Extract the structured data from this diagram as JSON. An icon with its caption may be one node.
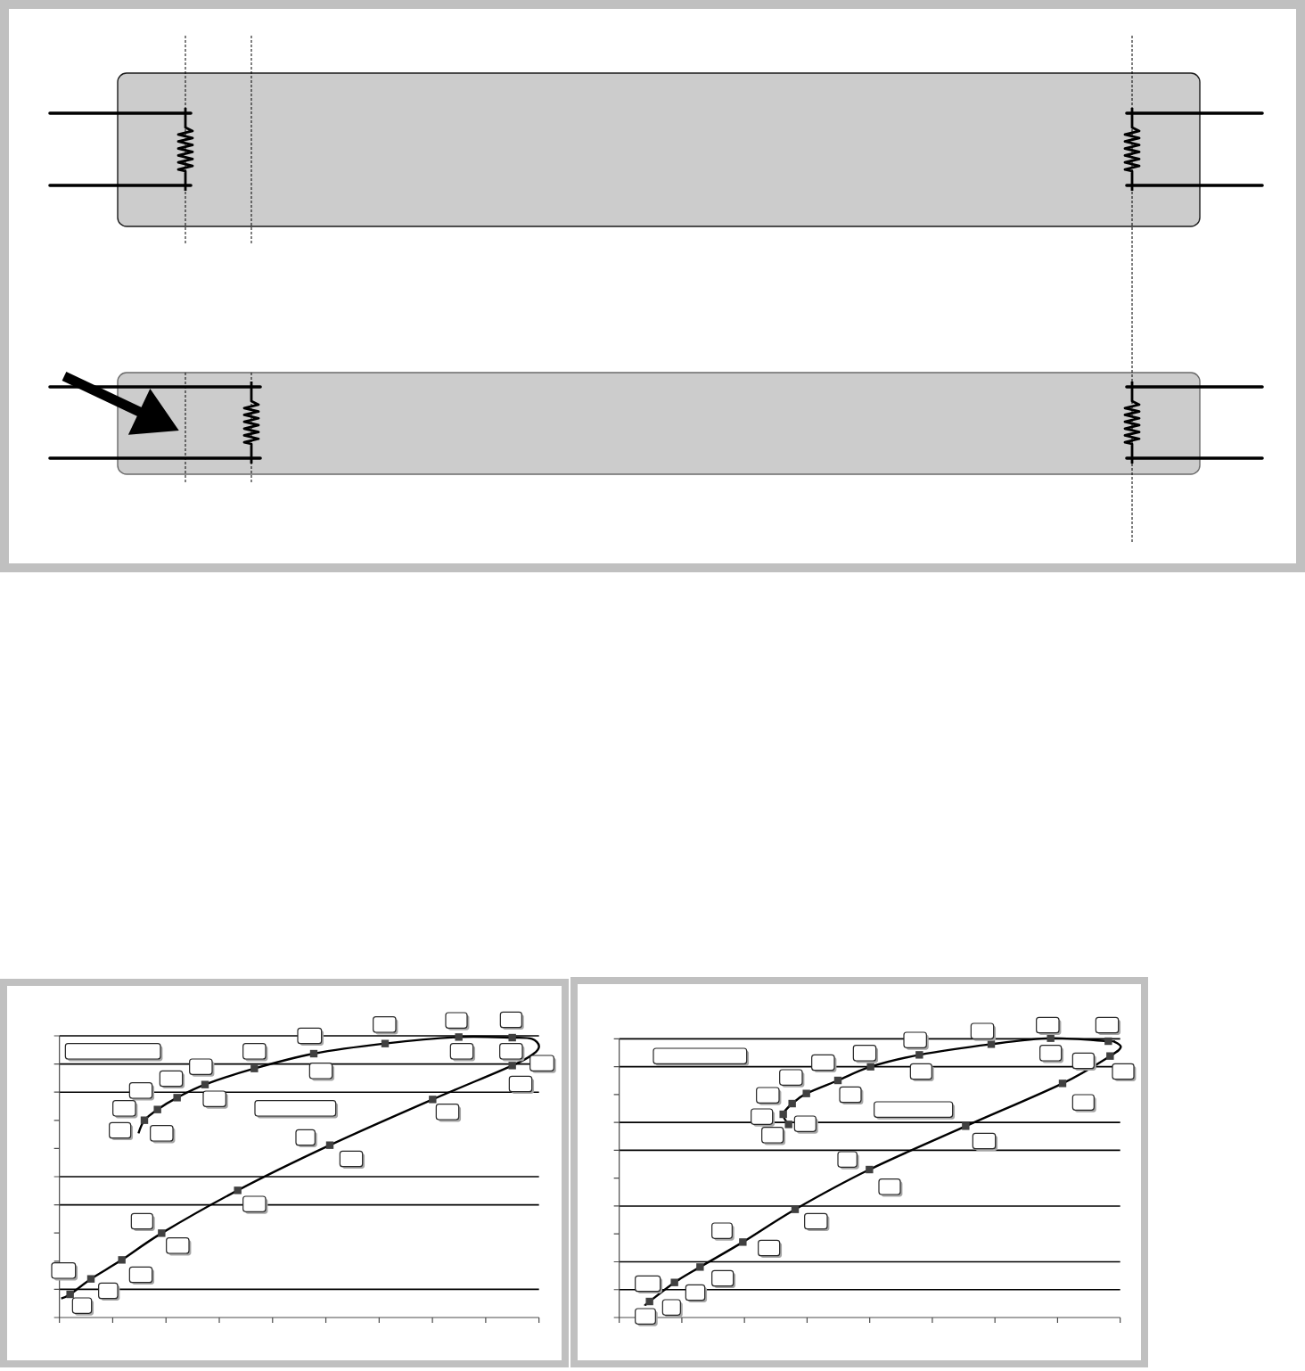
{
  "diagram": {
    "nodes": [
      {
        "text": [],
        "shape": "box"
      },
      {
        "text": [],
        "shape": "box"
      }
    ],
    "edges": [
      {
        "from": null,
        "to": 1,
        "arrow": "to"
      }
    ]
  }
}
